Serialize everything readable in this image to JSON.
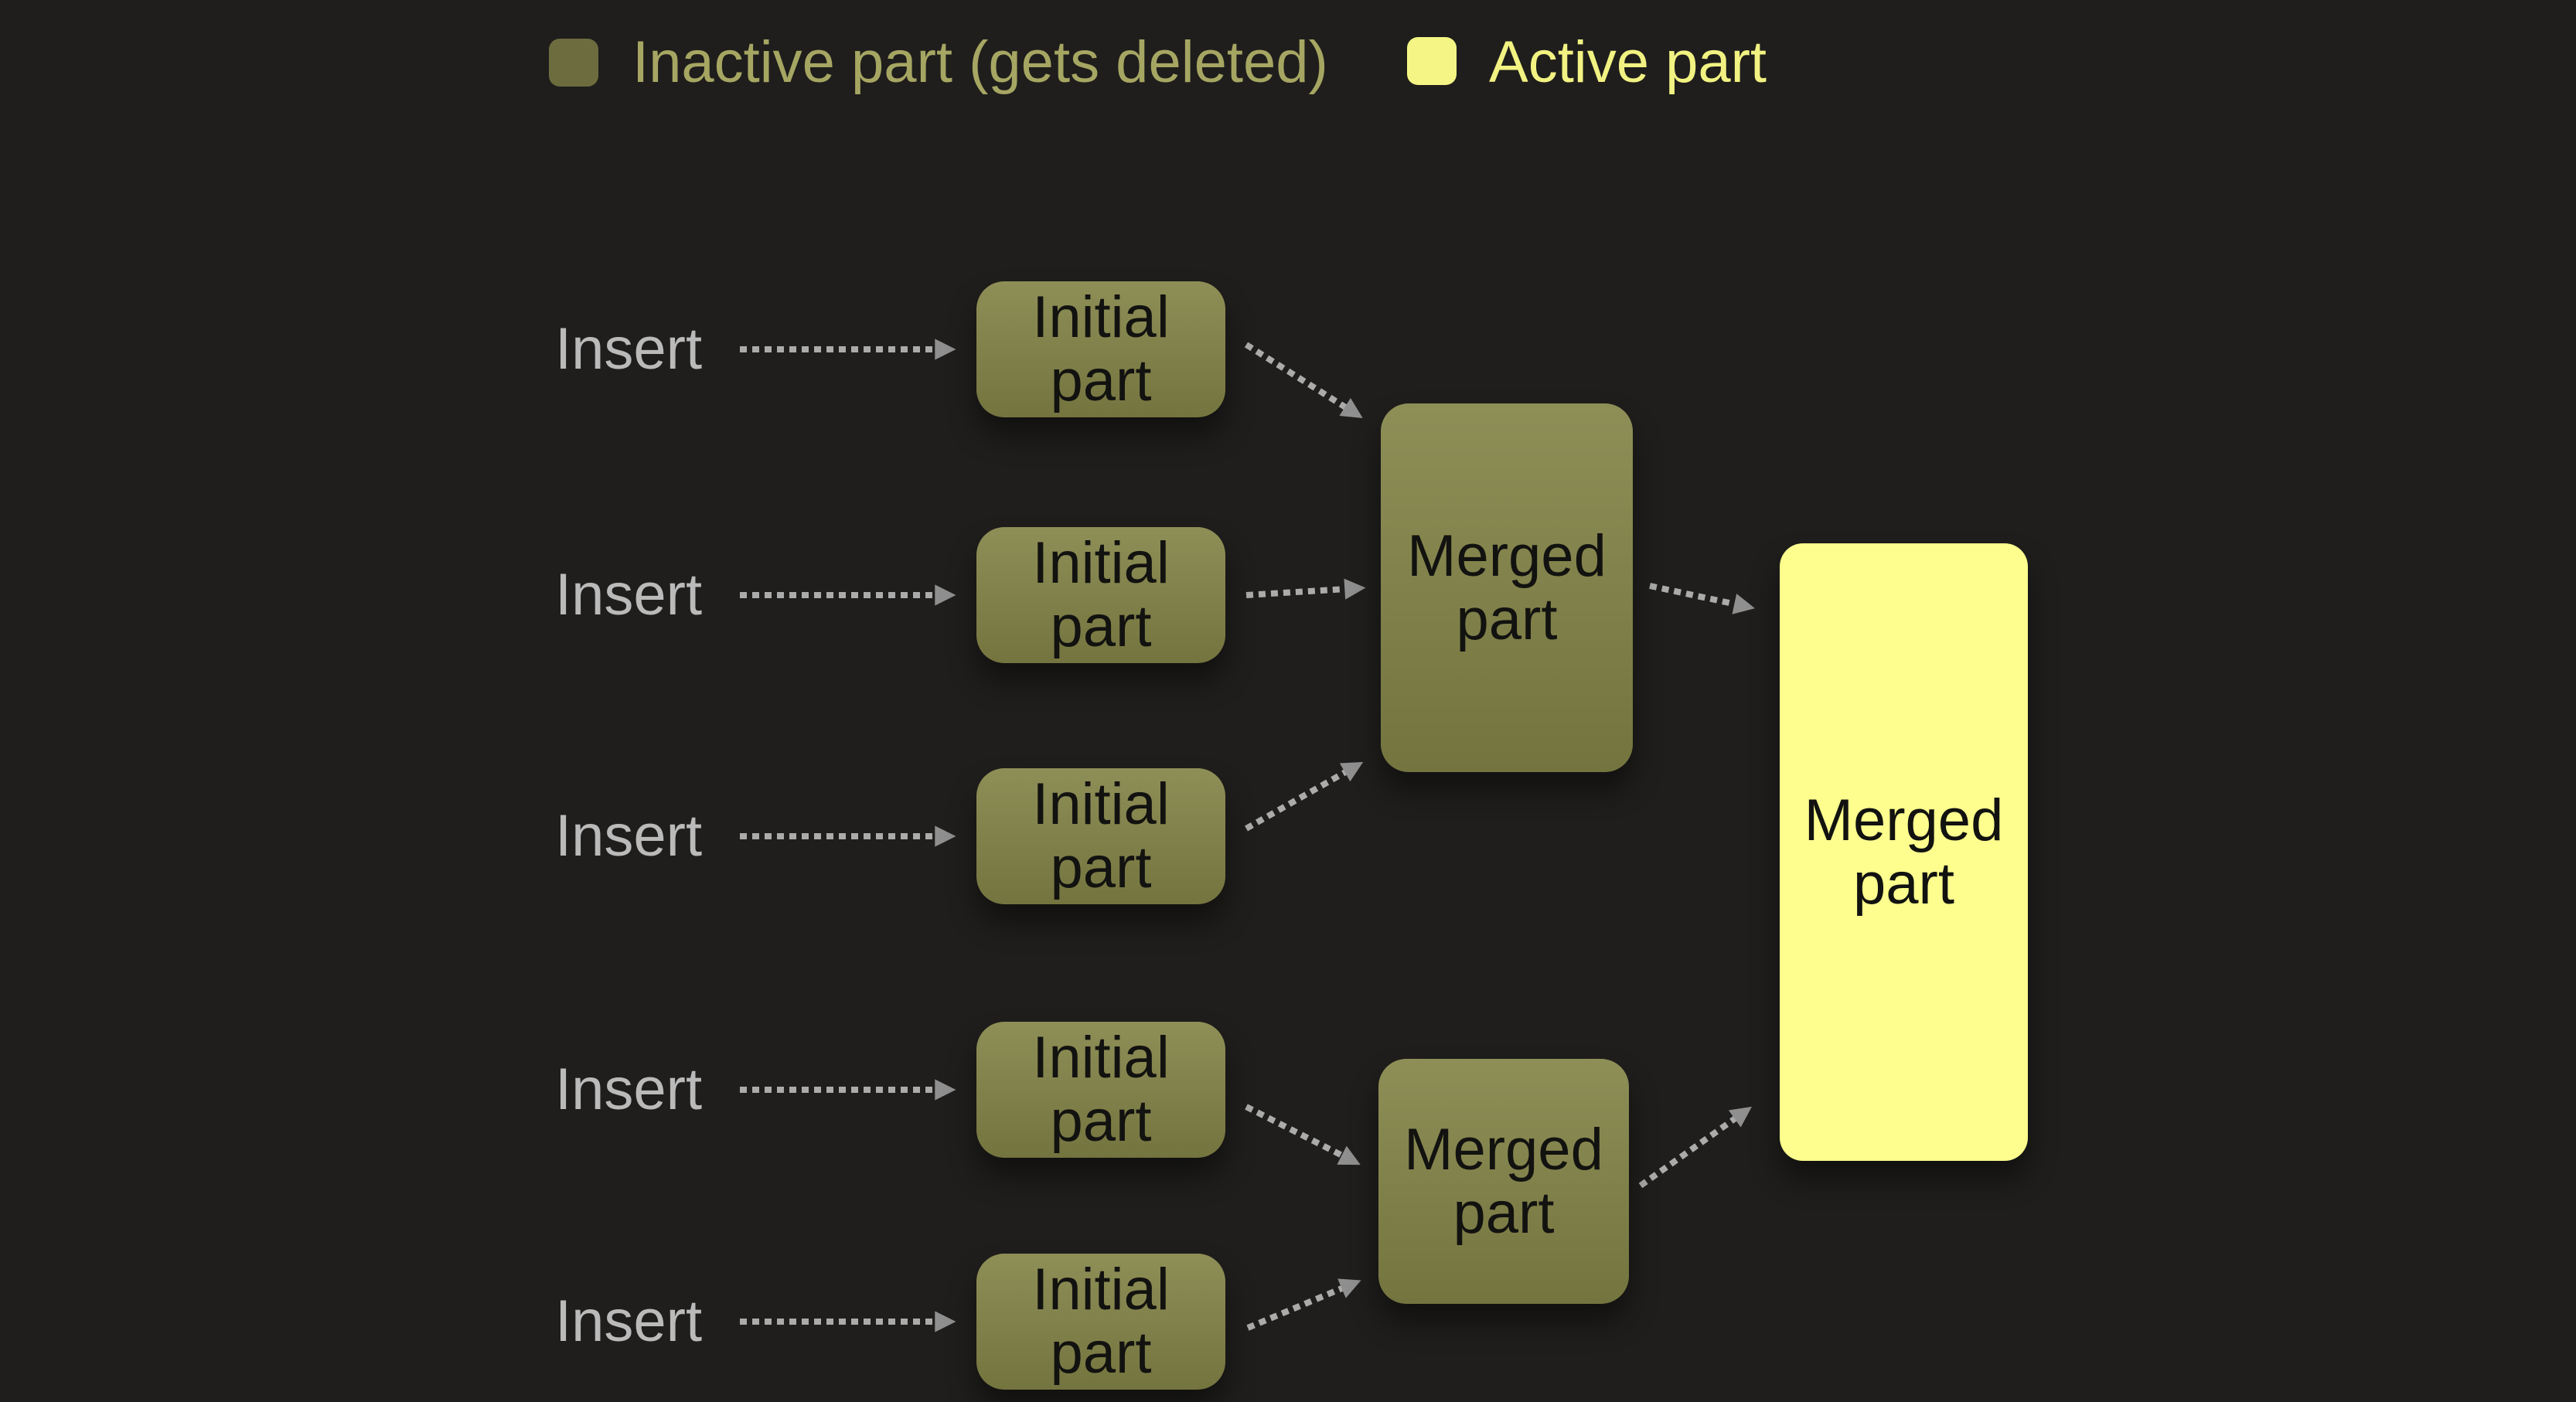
{
  "title": "Part merging diagram",
  "colors": {
    "background": "#1f1e1c",
    "inactive_fill": "#7e7e48",
    "active_fill": "#fdfe8e",
    "arrow_dash": "#ababab",
    "arrow_head": "#8f8f8f",
    "insert_text": "#bababa",
    "legend_inactive_text": "#a6a663",
    "legend_active_text": "#f2f282",
    "box_text": "#121210"
  },
  "legend": {
    "inactive_label": "Inactive part (gets deleted)",
    "active_label": "Active part"
  },
  "nodes": {
    "inserts": [
      {
        "label": "Insert"
      },
      {
        "label": "Insert"
      },
      {
        "label": "Insert"
      },
      {
        "label": "Insert"
      },
      {
        "label": "Insert"
      }
    ],
    "initials": [
      {
        "label": "Initial part"
      },
      {
        "label": "Initial part"
      },
      {
        "label": "Initial part"
      },
      {
        "label": "Initial part"
      },
      {
        "label": "Initial part"
      }
    ],
    "merged": [
      {
        "label": "Merged part"
      },
      {
        "label": "Merged part"
      }
    ],
    "final": {
      "label": "Merged part"
    }
  }
}
